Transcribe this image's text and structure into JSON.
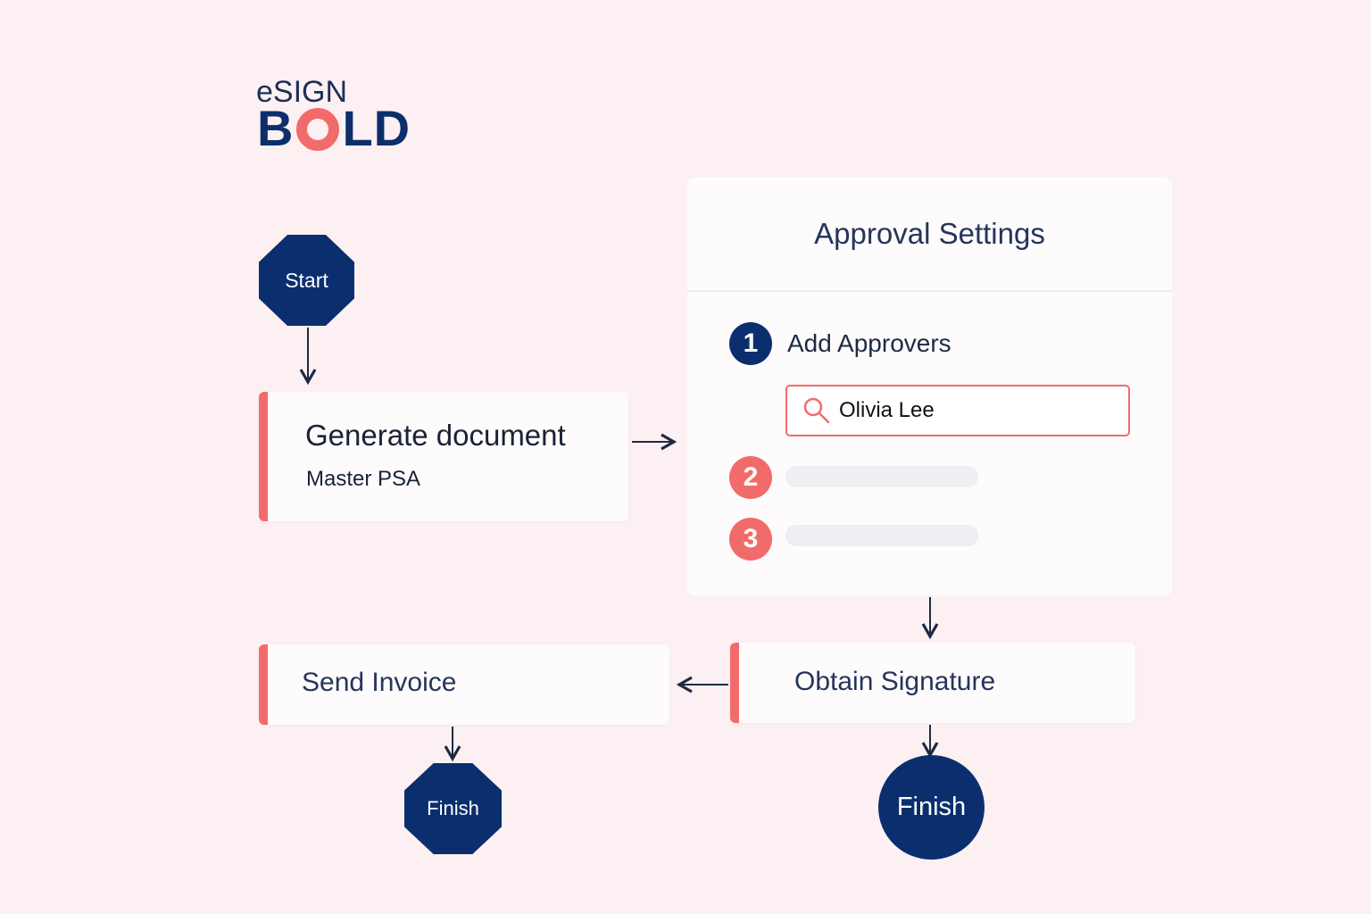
{
  "logo": {
    "top": "eSIGN",
    "bold_left": "B",
    "bold_right": "LD"
  },
  "start": {
    "label": "Start"
  },
  "generate": {
    "title": "Generate document",
    "subtitle": "Master PSA"
  },
  "approval": {
    "title": "Approval Settings",
    "steps": [
      {
        "number": "1",
        "label": "Add Approvers"
      },
      {
        "number": "2"
      },
      {
        "number": "3"
      }
    ],
    "search_value": "Olivia Lee"
  },
  "obtain": {
    "label": "Obtain Signature"
  },
  "invoice": {
    "label": "Send Invoice"
  },
  "finish_left": {
    "label": "Finish"
  },
  "finish_right": {
    "label": "Finish"
  },
  "colors": {
    "navy": "#0b2f6e",
    "coral": "#f26b6b",
    "background": "#fdf0f3"
  }
}
